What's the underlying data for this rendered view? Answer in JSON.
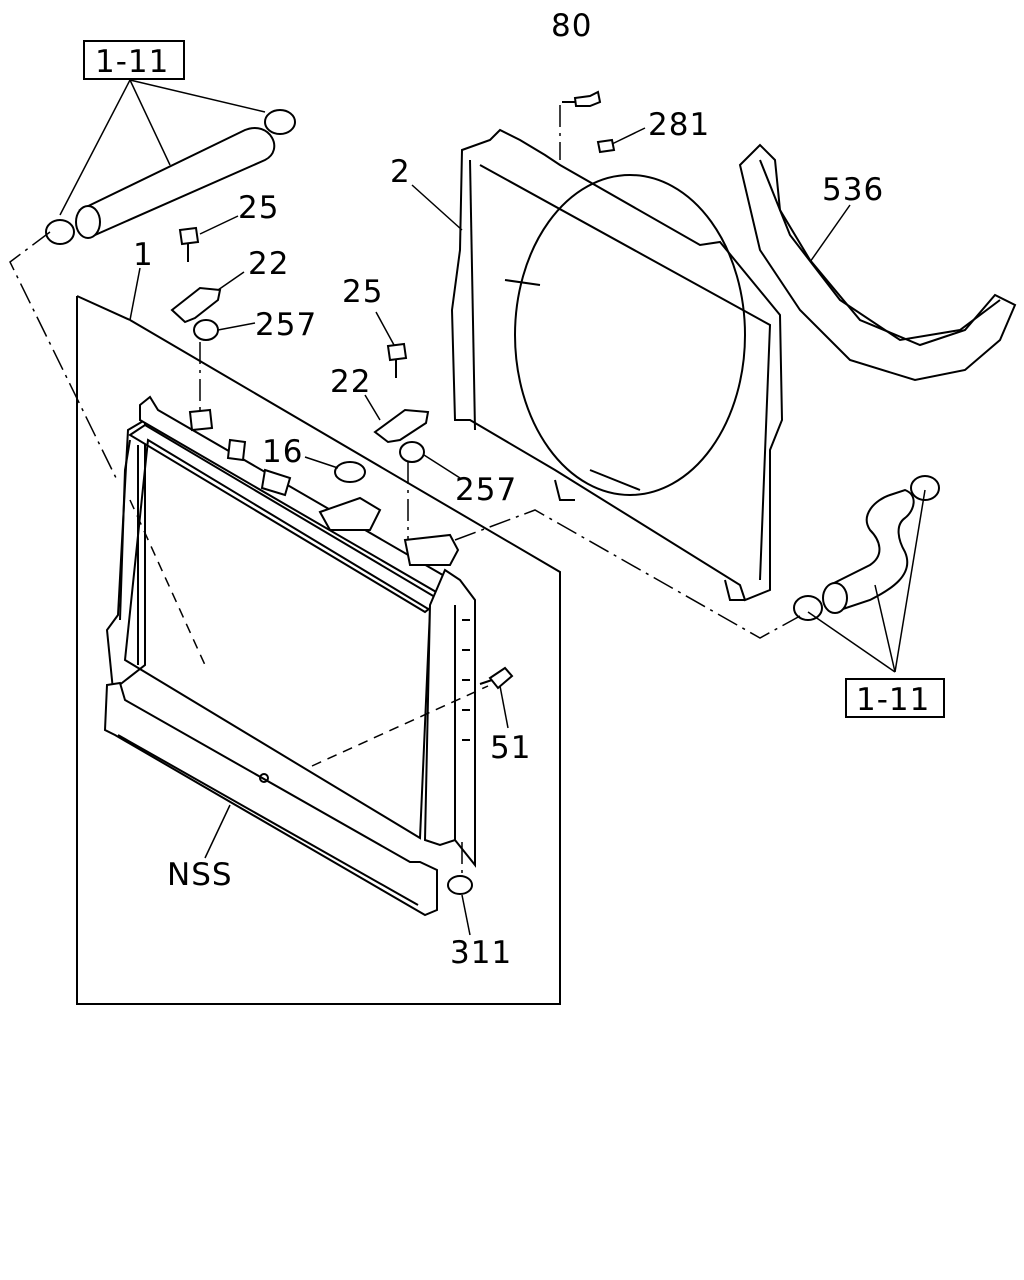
{
  "callouts": {
    "ref_box_top": "1-11",
    "ref_box_right": "1-11",
    "p80": "80",
    "p281": "281",
    "p2": "2",
    "p536": "536",
    "p25_left": "25",
    "p22_left": "22",
    "p257_left": "257",
    "p1": "1",
    "p25_mid": "25",
    "p22_mid": "22",
    "p16": "16",
    "p257_mid": "257",
    "p51": "51",
    "nss": "NSS",
    "p311": "311"
  }
}
